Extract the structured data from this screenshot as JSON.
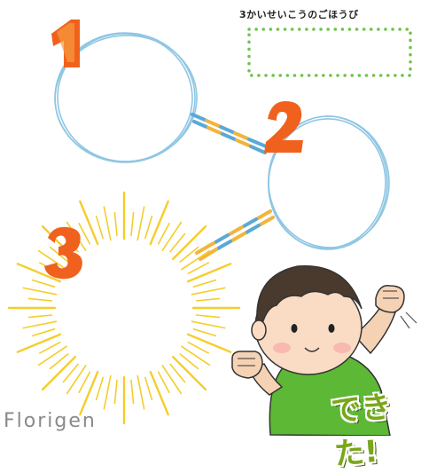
{
  "reward": {
    "title": "3かいせいこうのごほうび"
  },
  "steps": [
    {
      "number": "1"
    },
    {
      "number": "2"
    },
    {
      "number": "3"
    }
  ],
  "character": {
    "speech": "できた!"
  },
  "watermark": "Florigen",
  "colors": {
    "circle_blue": "#8fc6e3",
    "number_orange": "#f0611e",
    "sun_yellow": "#f5cd2a",
    "dots_green": "#6fc34a",
    "shirt_green": "#5cb835",
    "dekita_green": "#7aa61a"
  }
}
